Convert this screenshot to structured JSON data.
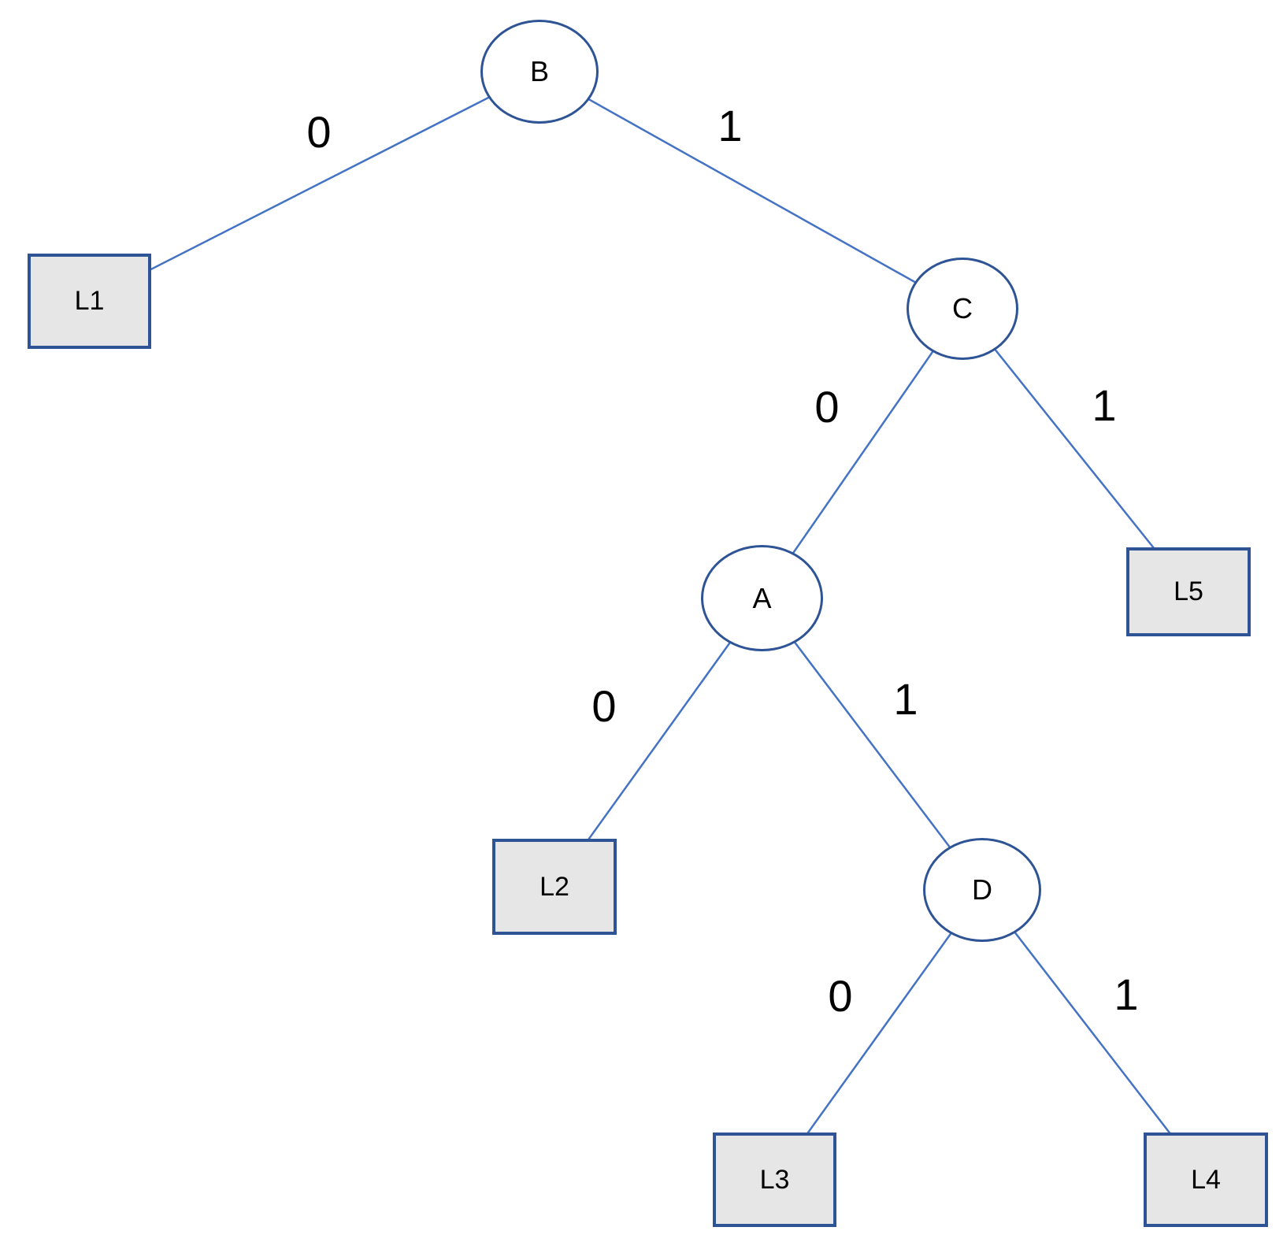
{
  "diagram": {
    "type": "binary-tree",
    "tree": {
      "internal_nodes": [
        {
          "id": "B",
          "label": "B"
        },
        {
          "id": "C",
          "label": "C"
        },
        {
          "id": "A",
          "label": "A"
        },
        {
          "id": "D",
          "label": "D"
        }
      ],
      "leaf_nodes": [
        {
          "id": "L1",
          "label": "L1"
        },
        {
          "id": "L2",
          "label": "L2"
        },
        {
          "id": "L3",
          "label": "L3"
        },
        {
          "id": "L4",
          "label": "L4"
        },
        {
          "id": "L5",
          "label": "L5"
        }
      ],
      "edges": [
        {
          "from": "B",
          "to": "L1",
          "label": "0"
        },
        {
          "from": "B",
          "to": "C",
          "label": "1"
        },
        {
          "from": "C",
          "to": "A",
          "label": "0"
        },
        {
          "from": "C",
          "to": "L5",
          "label": "1"
        },
        {
          "from": "A",
          "to": "L2",
          "label": "0"
        },
        {
          "from": "A",
          "to": "D",
          "label": "1"
        },
        {
          "from": "D",
          "to": "L3",
          "label": "0"
        },
        {
          "from": "D",
          "to": "L4",
          "label": "1"
        }
      ]
    }
  },
  "colors": {
    "background": "#ffffff",
    "node_border": "#2e5496",
    "node_fill": "#ffffff",
    "leaf_border": "#2e5496",
    "leaf_fill": "#e7e6e6",
    "connector": "#4472c4",
    "text": "#000000"
  }
}
